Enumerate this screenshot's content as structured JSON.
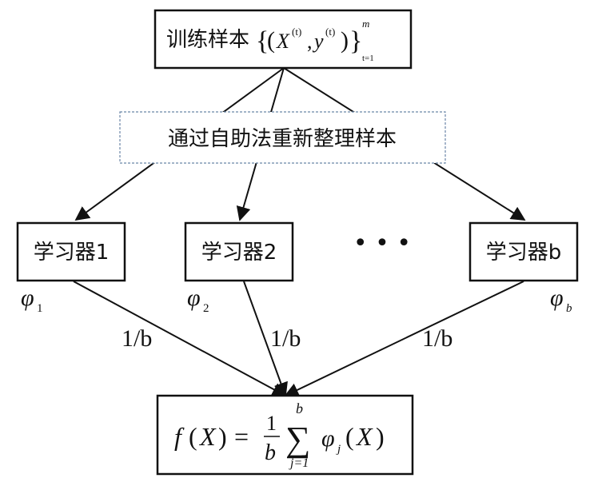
{
  "top_box": {
    "label": "训练样本",
    "formula_X": "X",
    "formula_sup_t1": "(t)",
    "formula_comma": ",",
    "formula_y": "y",
    "formula_sup_t2": "(t)",
    "formula_upper": "m",
    "formula_lower": "t=1"
  },
  "bootstrap": {
    "label": "通过自助法重新整理样本"
  },
  "learners": [
    {
      "label": "学习器1",
      "phi": "φ",
      "phi_sub": "1"
    },
    {
      "label": "学习器2",
      "phi": "φ",
      "phi_sub": "2"
    },
    {
      "label": "学习器b",
      "phi": "φ",
      "phi_sub": "b"
    }
  ],
  "ellipsis": "• • •",
  "weights": [
    "1/b",
    "1/b",
    "1/b"
  ],
  "output": {
    "f": "f",
    "X1": "X",
    "eq": "=",
    "frac_num": "1",
    "frac_den": "b",
    "sum_upper": "b",
    "sum_lower": "j=1",
    "phi": "φ",
    "phi_sub": "j",
    "X2": "X"
  },
  "colors": {
    "stroke": "#111111",
    "dashed_border": "#6b86a8"
  }
}
